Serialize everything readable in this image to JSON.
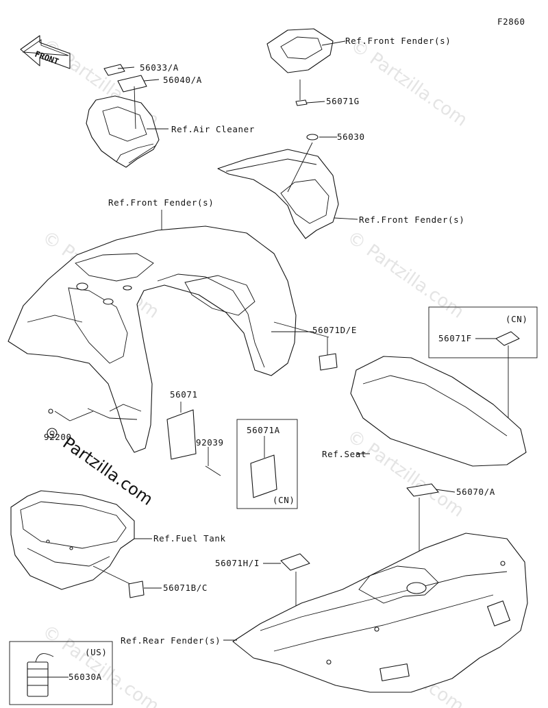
{
  "diagram_code": "F2860",
  "brand_mark": "Partzilla.com",
  "watermark": "© Partzilla.com",
  "front_badge": "FRONT",
  "labels": {
    "p56033A": "56033/A",
    "p56040A": "56040/A",
    "air_cleaner": "Ref.Air Cleaner",
    "front_fender_top": "Ref.Front Fender(s)",
    "p56071G": "56071G",
    "p56030": "56030",
    "front_fender_right": "Ref.Front Fender(s)",
    "front_fender_main": "Ref.Front Fender(s)",
    "p56071DE": "56071D/E",
    "cn_box_tag": "(CN)",
    "p56071F": "56071F",
    "p56071": "56071",
    "p92039": "92039",
    "p92200": "92200",
    "p56071A": "56071A",
    "cn_tag_small": "(CN)",
    "seat": "Ref.Seat",
    "p56070A": "56070/A",
    "fuel_tank": "Ref.Fuel Tank",
    "p56071BC": "56071B/C",
    "p56071HI": "56071H/I",
    "rear_fender": "Ref.Rear Fender(s)",
    "us_tag": "(US)",
    "p56030A": "56030A"
  }
}
